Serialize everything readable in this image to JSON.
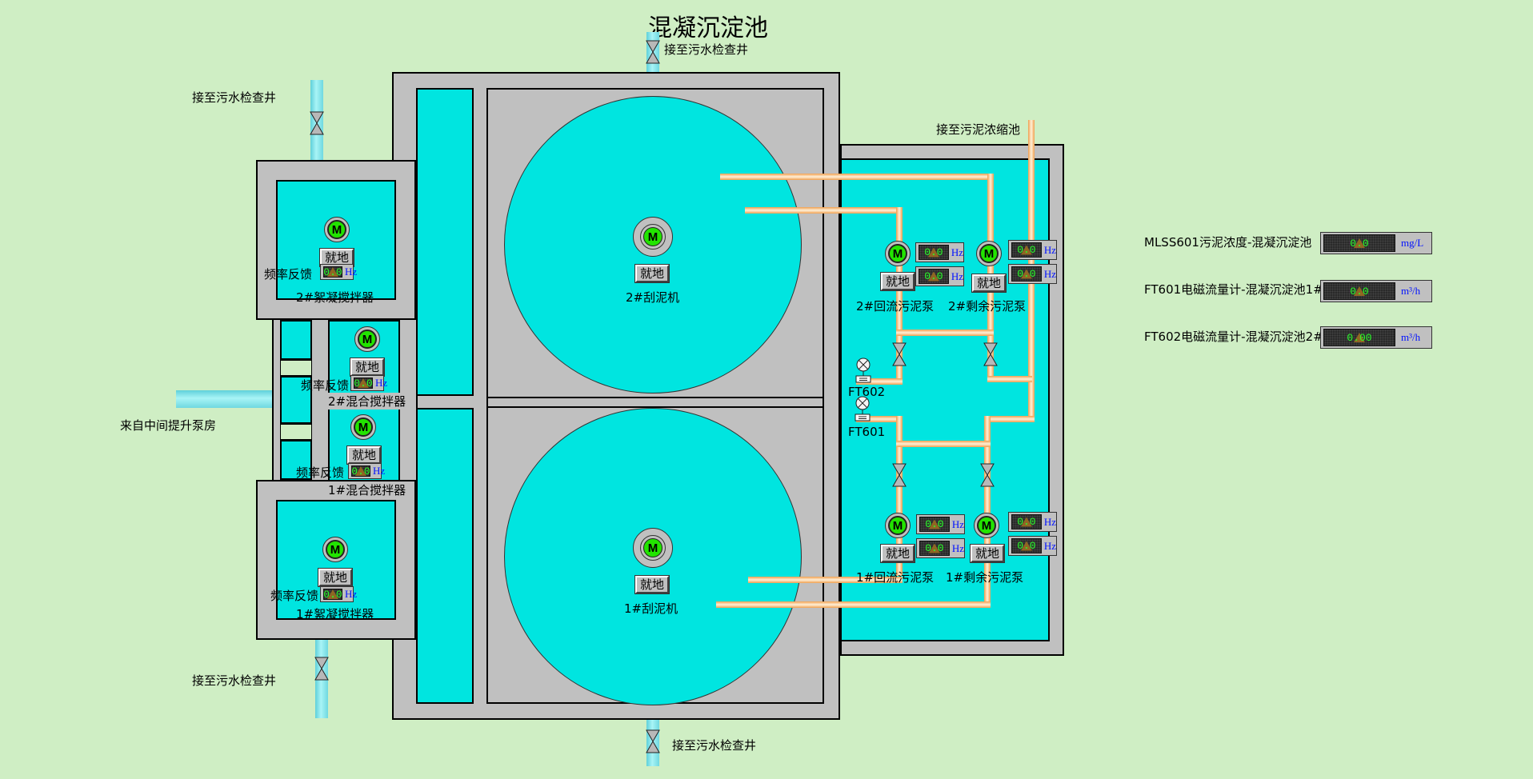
{
  "title": "混凝沉淀池",
  "labels": {
    "sewer_top_center": "接至污水检查井",
    "sewer_top_left": "接至污水检查井",
    "sewer_bottom_left": "接至污水检查井",
    "sewer_bottom_center": "接至污水检查井",
    "sludge_thickener": "接至污泥浓缩池",
    "inlet": "来自中间提升泵房"
  },
  "mixers": [
    {
      "name": "2#絮凝搅拌器",
      "mode": "就地",
      "feedback_label": "频率反馈",
      "value": "0.0",
      "unit": "Hz"
    },
    {
      "name": "2#混合搅拌器",
      "mode": "就地",
      "feedback_label": "频率反馈",
      "value": "0.0",
      "unit": "Hz"
    },
    {
      "name": "1#混合搅拌器",
      "mode": "就地",
      "feedback_label": "频率反馈",
      "value": "0.0",
      "unit": "Hz"
    },
    {
      "name": "1#絮凝搅拌器",
      "mode": "就地",
      "feedback_label": "频率反馈",
      "value": "0.0",
      "unit": "Hz"
    }
  ],
  "scrapers": [
    {
      "name": "2#刮泥机",
      "mode": "就地"
    },
    {
      "name": "1#刮泥机",
      "mode": "就地"
    }
  ],
  "pumps": [
    {
      "name": "2#回流污泥泵",
      "mode": "就地",
      "readings": [
        {
          "value": "0.0",
          "unit": "Hz"
        },
        {
          "value": "0.0",
          "unit": "Hz"
        }
      ]
    },
    {
      "name": "2#剩余污泥泵",
      "mode": "就地",
      "readings": [
        {
          "value": "0.0",
          "unit": "Hz"
        },
        {
          "value": "0.0",
          "unit": "Hz"
        }
      ]
    },
    {
      "name": "1#回流污泥泵",
      "mode": "就地",
      "readings": [
        {
          "value": "0.0",
          "unit": "Hz"
        },
        {
          "value": "0.0",
          "unit": "Hz"
        }
      ]
    },
    {
      "name": "1#剩余污泥泵",
      "mode": "就地",
      "readings": [
        {
          "value": "0.0",
          "unit": "Hz"
        },
        {
          "value": "0.0",
          "unit": "Hz"
        }
      ]
    }
  ],
  "flowmeters": [
    {
      "tag": "FT602"
    },
    {
      "tag": "FT601"
    }
  ],
  "instruments": [
    {
      "label": "MLSS601污泥浓度-混凝沉淀池",
      "value": "0.0",
      "unit": "mg/L"
    },
    {
      "label": "FT601电磁流量计-混凝沉淀池1#",
      "value": "0.0",
      "unit": "m³/h"
    },
    {
      "label": "FT602电磁流量计-混凝沉淀池2#",
      "value": "0.00",
      "unit": "m³/h"
    }
  ],
  "colors": {
    "background": "#cfeec4",
    "water": "#00e5e0",
    "concrete": "#c0c0c0",
    "motor_running": "#22e400",
    "sludge_pipe": "#f0a050",
    "water_pipe": "#8ee6ec",
    "digit": "#28ff28",
    "unit": "#0010ff"
  }
}
